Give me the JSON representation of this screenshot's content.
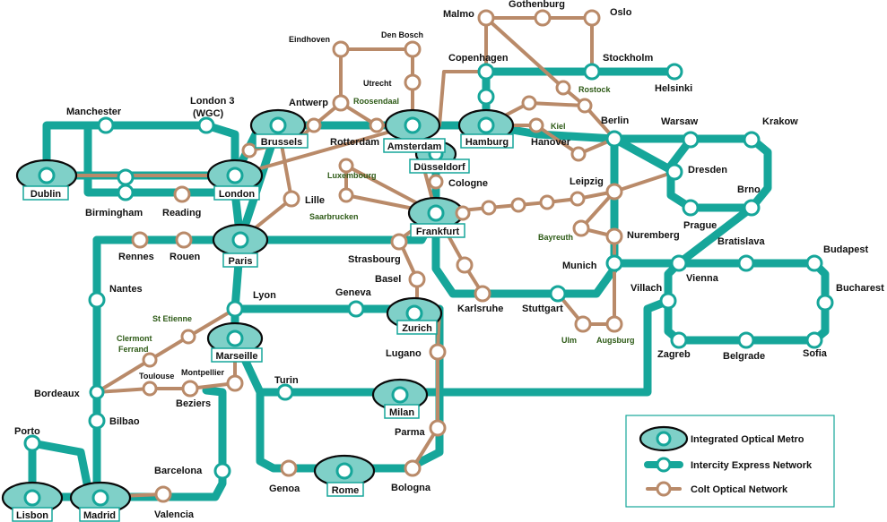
{
  "legend": {
    "integrated": "Integrated Optical Metro",
    "intercity": "Intercity Express Network",
    "colt": "Colt Optical Network"
  },
  "hubs": {
    "dublin": "Dublin",
    "london": "London",
    "brussels": "Brussels",
    "amsterdam": "Amsterdam",
    "hamburg": "Hamburg",
    "dusseldorf": "Düsseldorf",
    "frankfurt": "Frankfurt",
    "paris": "Paris",
    "zurich": "Zurich",
    "marseille": "Marseille",
    "milan": "Milan",
    "rome": "Rome",
    "lisbon": "Lisbon",
    "madrid": "Madrid"
  },
  "cities": {
    "malmo": "Malmo",
    "gothenburg": "Gothenburg",
    "oslo": "Oslo",
    "copenhagen": "Copenhagen",
    "stockholm": "Stockholm",
    "helsinki": "Helsinki",
    "eindhoven": "Eindhoven",
    "denbosch": "Den Bosch",
    "utrecht": "Utrecht",
    "antwerp": "Antwerp",
    "rotterdam": "Rotterdam",
    "manchester": "Manchester",
    "london3": "London 3",
    "london3b": "(WGC)",
    "birmingham": "Birmingham",
    "reading": "Reading",
    "lille": "Lille",
    "cologne": "Cologne",
    "berlin": "Berlin",
    "hanover": "Hanover",
    "warsaw": "Warsaw",
    "krakow": "Krakow",
    "dresden": "Dresden",
    "brno": "Brno",
    "prague": "Prague",
    "leipzig": "Leipzig",
    "nuremberg": "Nuremberg",
    "munich": "Munich",
    "bratislava": "Bratislava",
    "budapest": "Budapest",
    "vienna": "Vienna",
    "villach": "Villach",
    "bucharest": "Bucharest",
    "zagreb": "Zagreb",
    "belgrade": "Belgrade",
    "sofia": "Sofia",
    "rennes": "Rennes",
    "rouen": "Rouen",
    "strasbourg": "Strasbourg",
    "basel": "Basel",
    "karlsruhe": "Karlsruhe",
    "stuttgart": "Stuttgart",
    "nantes": "Nantes",
    "lyon": "Lyon",
    "geneva": "Geneva",
    "lugano": "Lugano",
    "turin": "Turin",
    "parma": "Parma",
    "genoa": "Genoa",
    "bologna": "Bologna",
    "bordeaux": "Bordeaux",
    "toulouse": "Toulouse",
    "montpellier": "Montpellier",
    "beziers": "Beziers",
    "bilbao": "Bilbao",
    "barcelona": "Barcelona",
    "valencia": "Valencia",
    "porto": "Porto"
  },
  "minor": {
    "roosendaal": "Roosendaal",
    "rostock": "Rostock",
    "kiel": "Kiel",
    "luxembourg": "Luxembourg",
    "saarbrucken": "Saarbrucken",
    "bayreuth": "Bayreuth",
    "ulm": "Ulm",
    "augsburg": "Augsburg",
    "stetienne": "St Etienne",
    "clermont1": "Clermont",
    "clermont2": "Ferrand"
  },
  "colors": {
    "intercity": "#16a69a",
    "colt": "#b98a69",
    "metro_fill": "#7fd0c8",
    "minor_label": "#2d5a16"
  }
}
